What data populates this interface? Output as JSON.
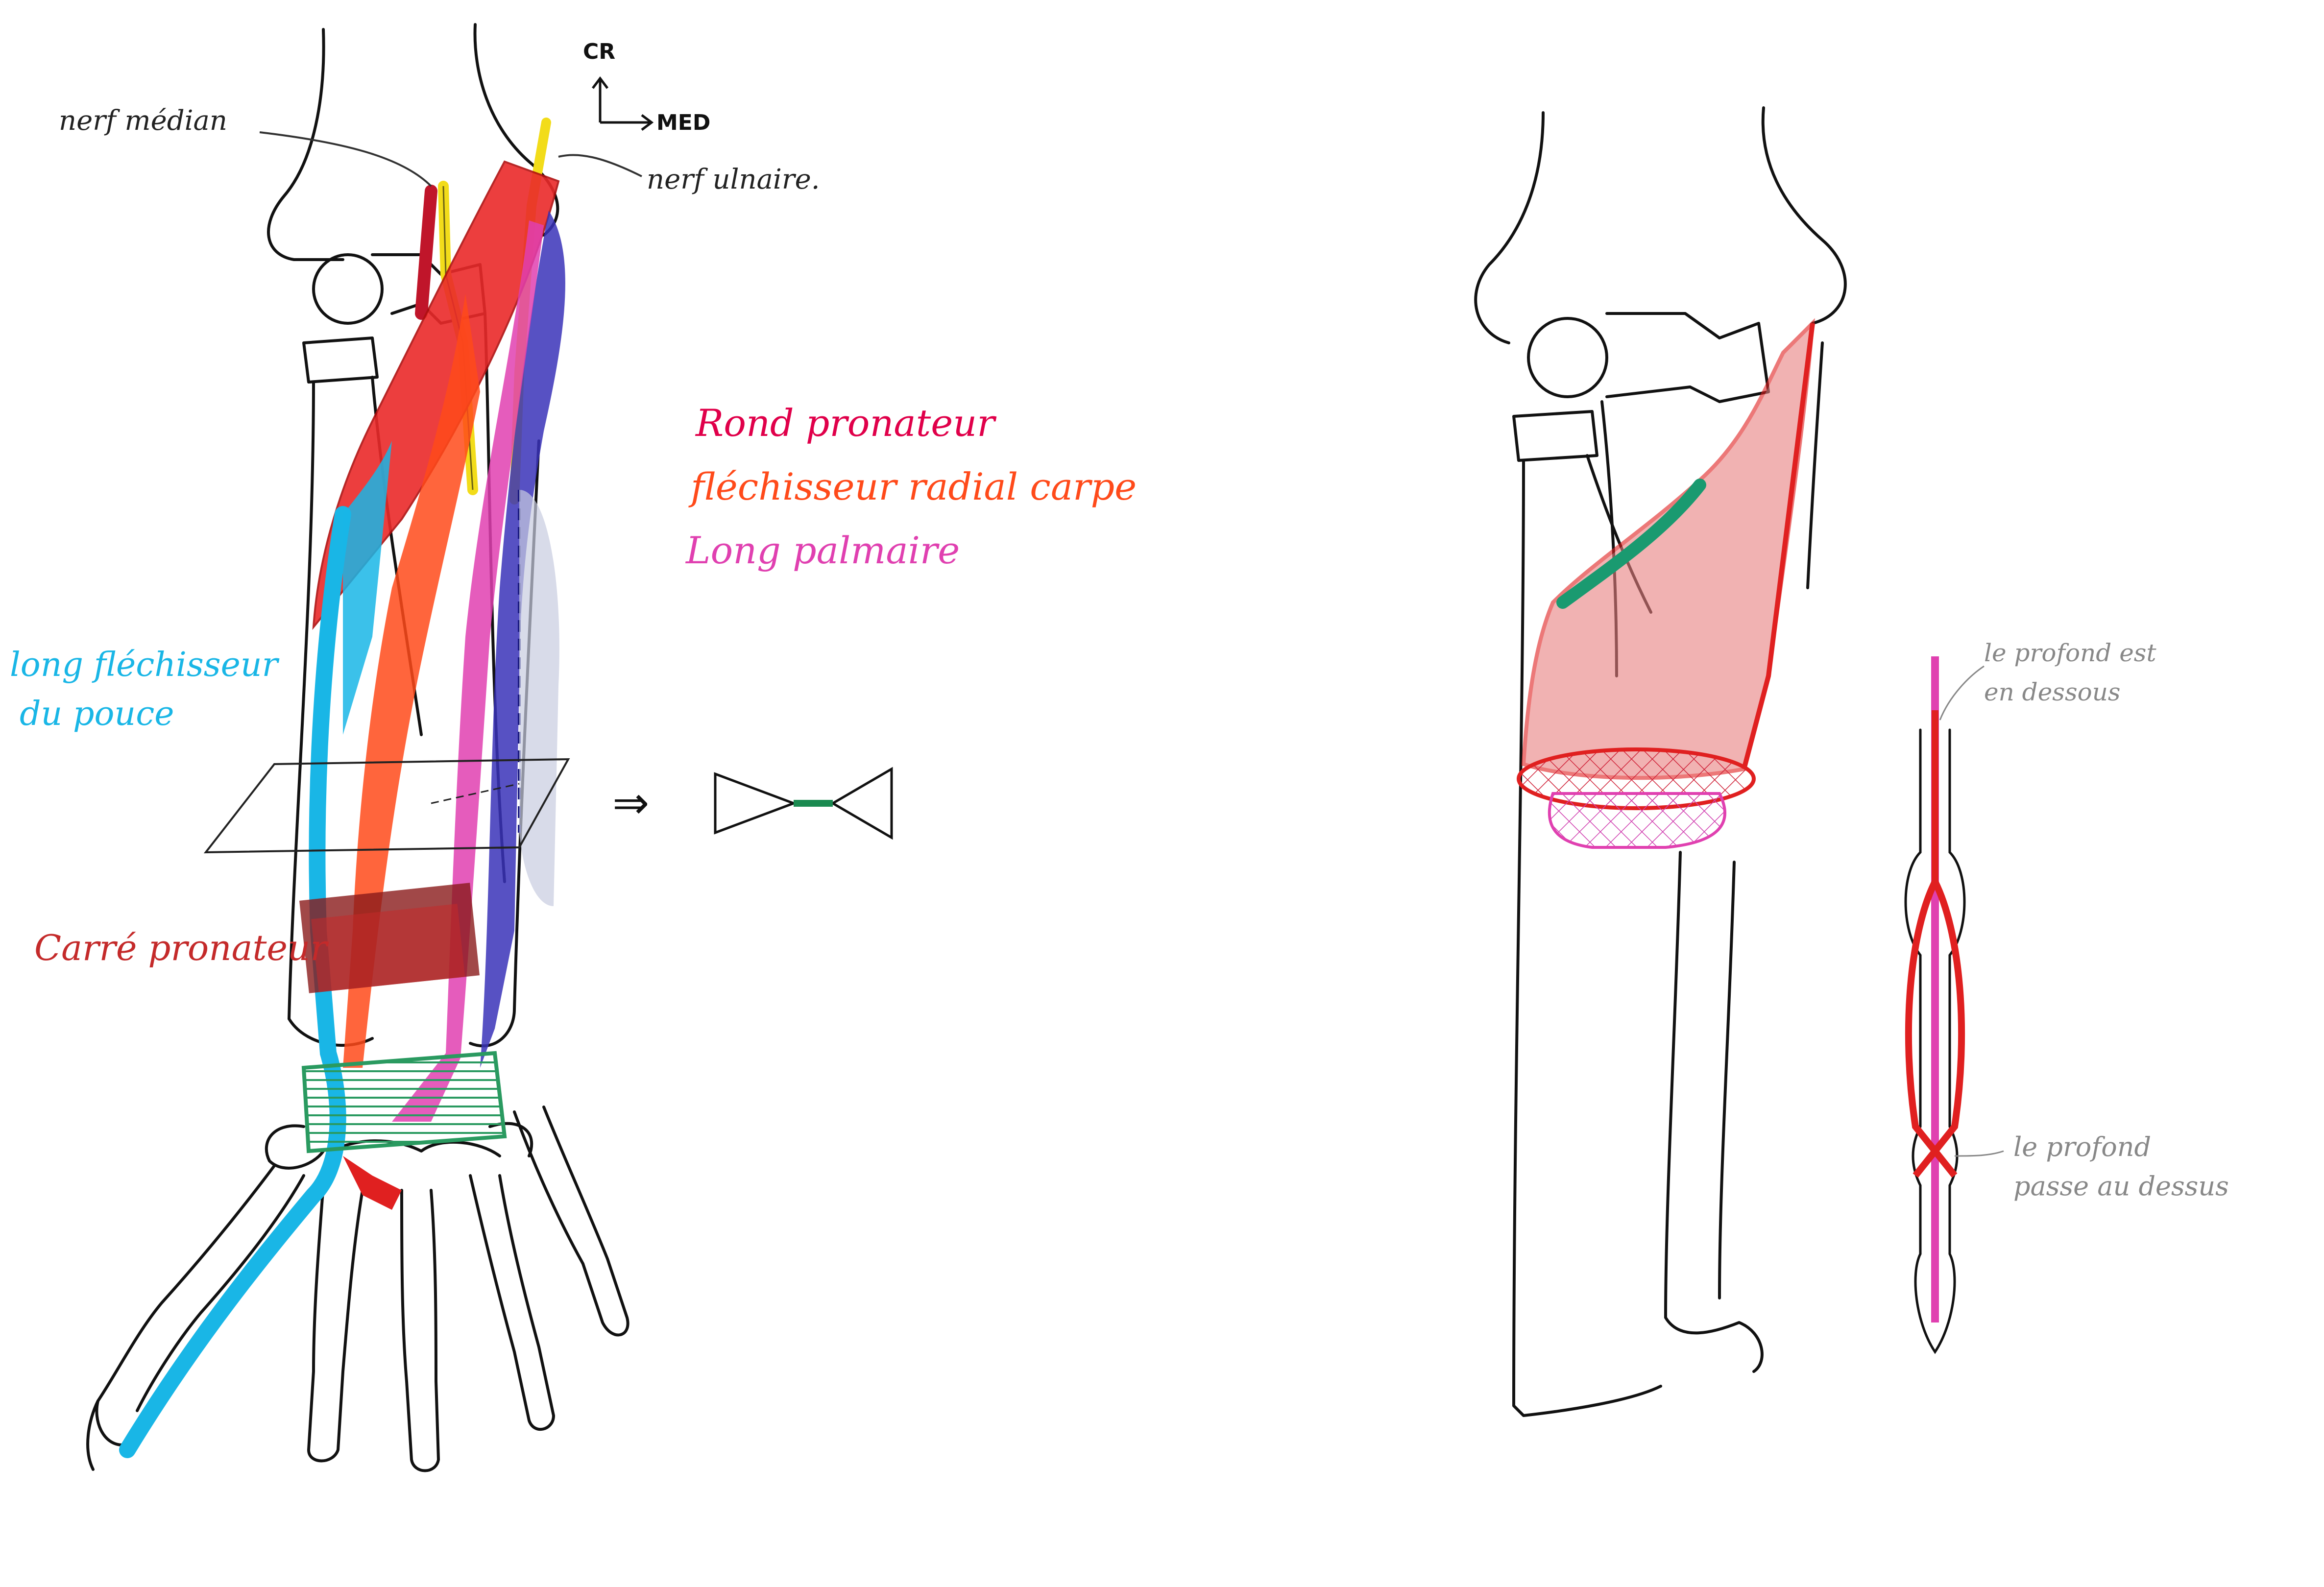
{
  "orientation": {
    "cr": "CR",
    "med": "MED"
  },
  "labels": {
    "nerf_median": "nerf médian",
    "nerf_ulnaire": "nerf ulnaire.",
    "rond_pronateur": "Rond pronateur",
    "flechisseur_radial_carpe": "fléchisseur radial carpe",
    "long_palmaire": "Long palmaire",
    "long_flechisseur_1": "long fléchisseur",
    "long_flechisseur_2": "du pouce",
    "carre_pronateur": "Carré pronateur",
    "profond_dessous_1": "le profond est",
    "profond_dessous_2": "en dessous",
    "profond_dessus_1": "le profond",
    "profond_dessus_2": "passe au dessus"
  },
  "symbols": {
    "implies": "⇒"
  },
  "colors": {
    "rond_pronateur": "#e0004a",
    "flechisseur_radial_carpe": "#ff4a1a",
    "long_palmaire": "#e040b0",
    "long_flechisseur": "#19b6e6",
    "carre_pronateur": "#c42a2a",
    "nerve": "#f2dc1a",
    "ulnar_muscle": "#3a32b8",
    "retinaculum": "#2a9a60",
    "grey_note": "#888888"
  }
}
